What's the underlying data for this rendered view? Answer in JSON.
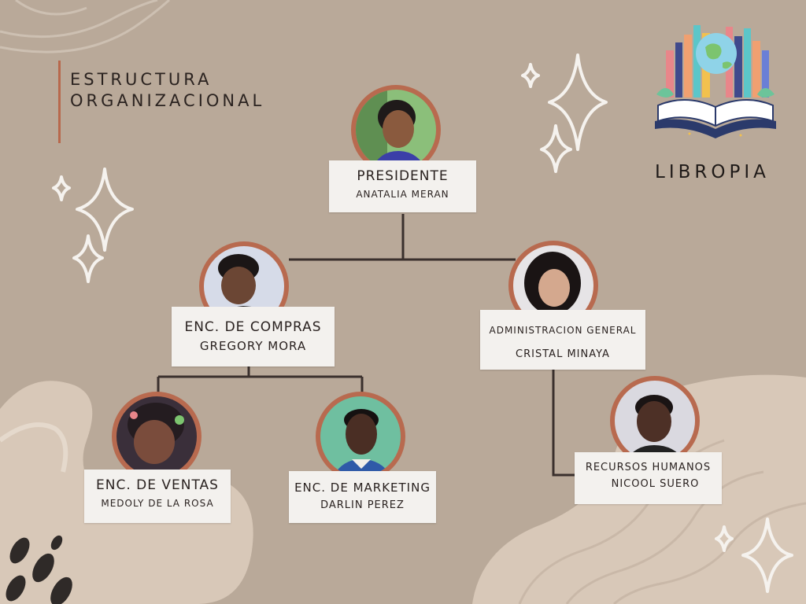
{
  "header": {
    "title_line1": "ESTRUCTURA",
    "title_line2": "ORGANIZACIONAL"
  },
  "brand": {
    "name": "LIBROPIA",
    "logo_icon": "open-book-icon"
  },
  "colors": {
    "background": "#b9a999",
    "accent": "#b8684c",
    "card": "#f3f1ee",
    "line": "#3a302d",
    "text": "#2a2220"
  },
  "org": {
    "president": {
      "role": "PRESIDENTE",
      "name": "ANATALIA MERAN"
    },
    "purchasing": {
      "role": "ENC. DE COMPRAS",
      "name": "GREGORY MORA"
    },
    "admin": {
      "role": "ADMINISTRACION GENERAL",
      "name": "CRISTAL MINAYA"
    },
    "sales": {
      "role": "ENC. DE VENTAS",
      "name": "MEDOLY DE LA ROSA"
    },
    "marketing": {
      "role": "ENC. DE MARKETING",
      "name": "DARLIN PEREZ"
    },
    "hr": {
      "role": "RECURSOS HUMANOS",
      "name": "NICOOL SUERO"
    }
  }
}
